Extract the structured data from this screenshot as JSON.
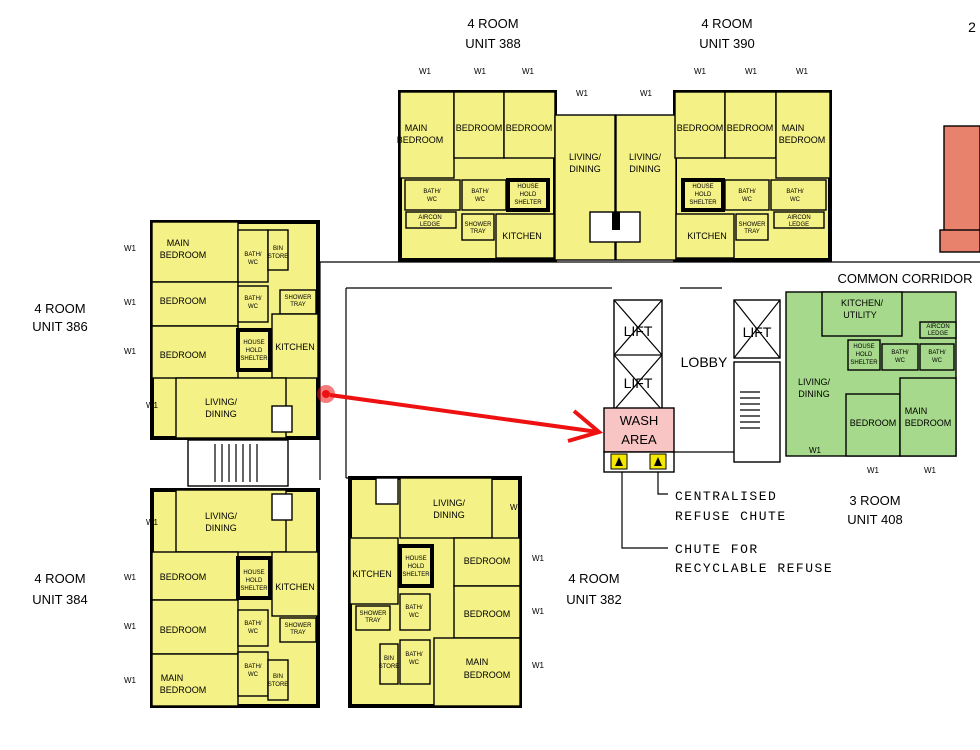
{
  "page_number": "2",
  "units": [
    {
      "id": "388",
      "line1": "4 ROOM",
      "line2": "UNIT 388"
    },
    {
      "id": "390",
      "line1": "4 ROOM",
      "line2": "UNIT 390"
    },
    {
      "id": "386",
      "line1": "4 ROOM",
      "line2": "UNIT 386"
    },
    {
      "id": "384",
      "line1": "4 ROOM",
      "line2": "UNIT 384"
    },
    {
      "id": "382",
      "line1": "4 ROOM",
      "line2": "UNIT 382"
    },
    {
      "id": "408",
      "line1": "3 ROOM",
      "line2": "UNIT 408"
    }
  ],
  "labels": {
    "common_corridor": "COMMON CORRIDOR",
    "lift": "LIFT",
    "lobby": "LOBBY",
    "wash_line1": "WASH",
    "wash_line2": "AREA",
    "centralised_1": "CENTRALISED",
    "centralised_2": "REFUSE CHUTE",
    "recyclable_1": "CHUTE FOR",
    "recyclable_2": "RECYCLABLE REFUSE",
    "window": "W1",
    "main_bedroom_1": "MAIN",
    "main_bedroom_2": "BEDROOM",
    "bedroom": "BEDROOM",
    "living_1": "LIVING/",
    "living_2": "DINING",
    "kitchen": "KITCHEN",
    "kitchen_utility_1": "KITCHEN/",
    "kitchen_utility_2": "UTILITY",
    "bath_1": "BATH/",
    "bath_2": "WC",
    "shelter_1": "HOUSE",
    "shelter_2": "HOLD",
    "shelter_3": "SHELTER",
    "aircon_1": "AIRCON",
    "aircon_2": "LEDGE",
    "shower_1": "SHOWER",
    "shower_2": "TRAY",
    "store_1": "BIN",
    "store_2": "STORE"
  },
  "colors": {
    "unit_fill": "#f4f186",
    "three_room_fill": "#a6d98b",
    "adjacent_fill": "#e8826d",
    "wash_fill": "#f8c4c4",
    "arrow": "#ee1111",
    "chute_fill": "#f4e800"
  }
}
